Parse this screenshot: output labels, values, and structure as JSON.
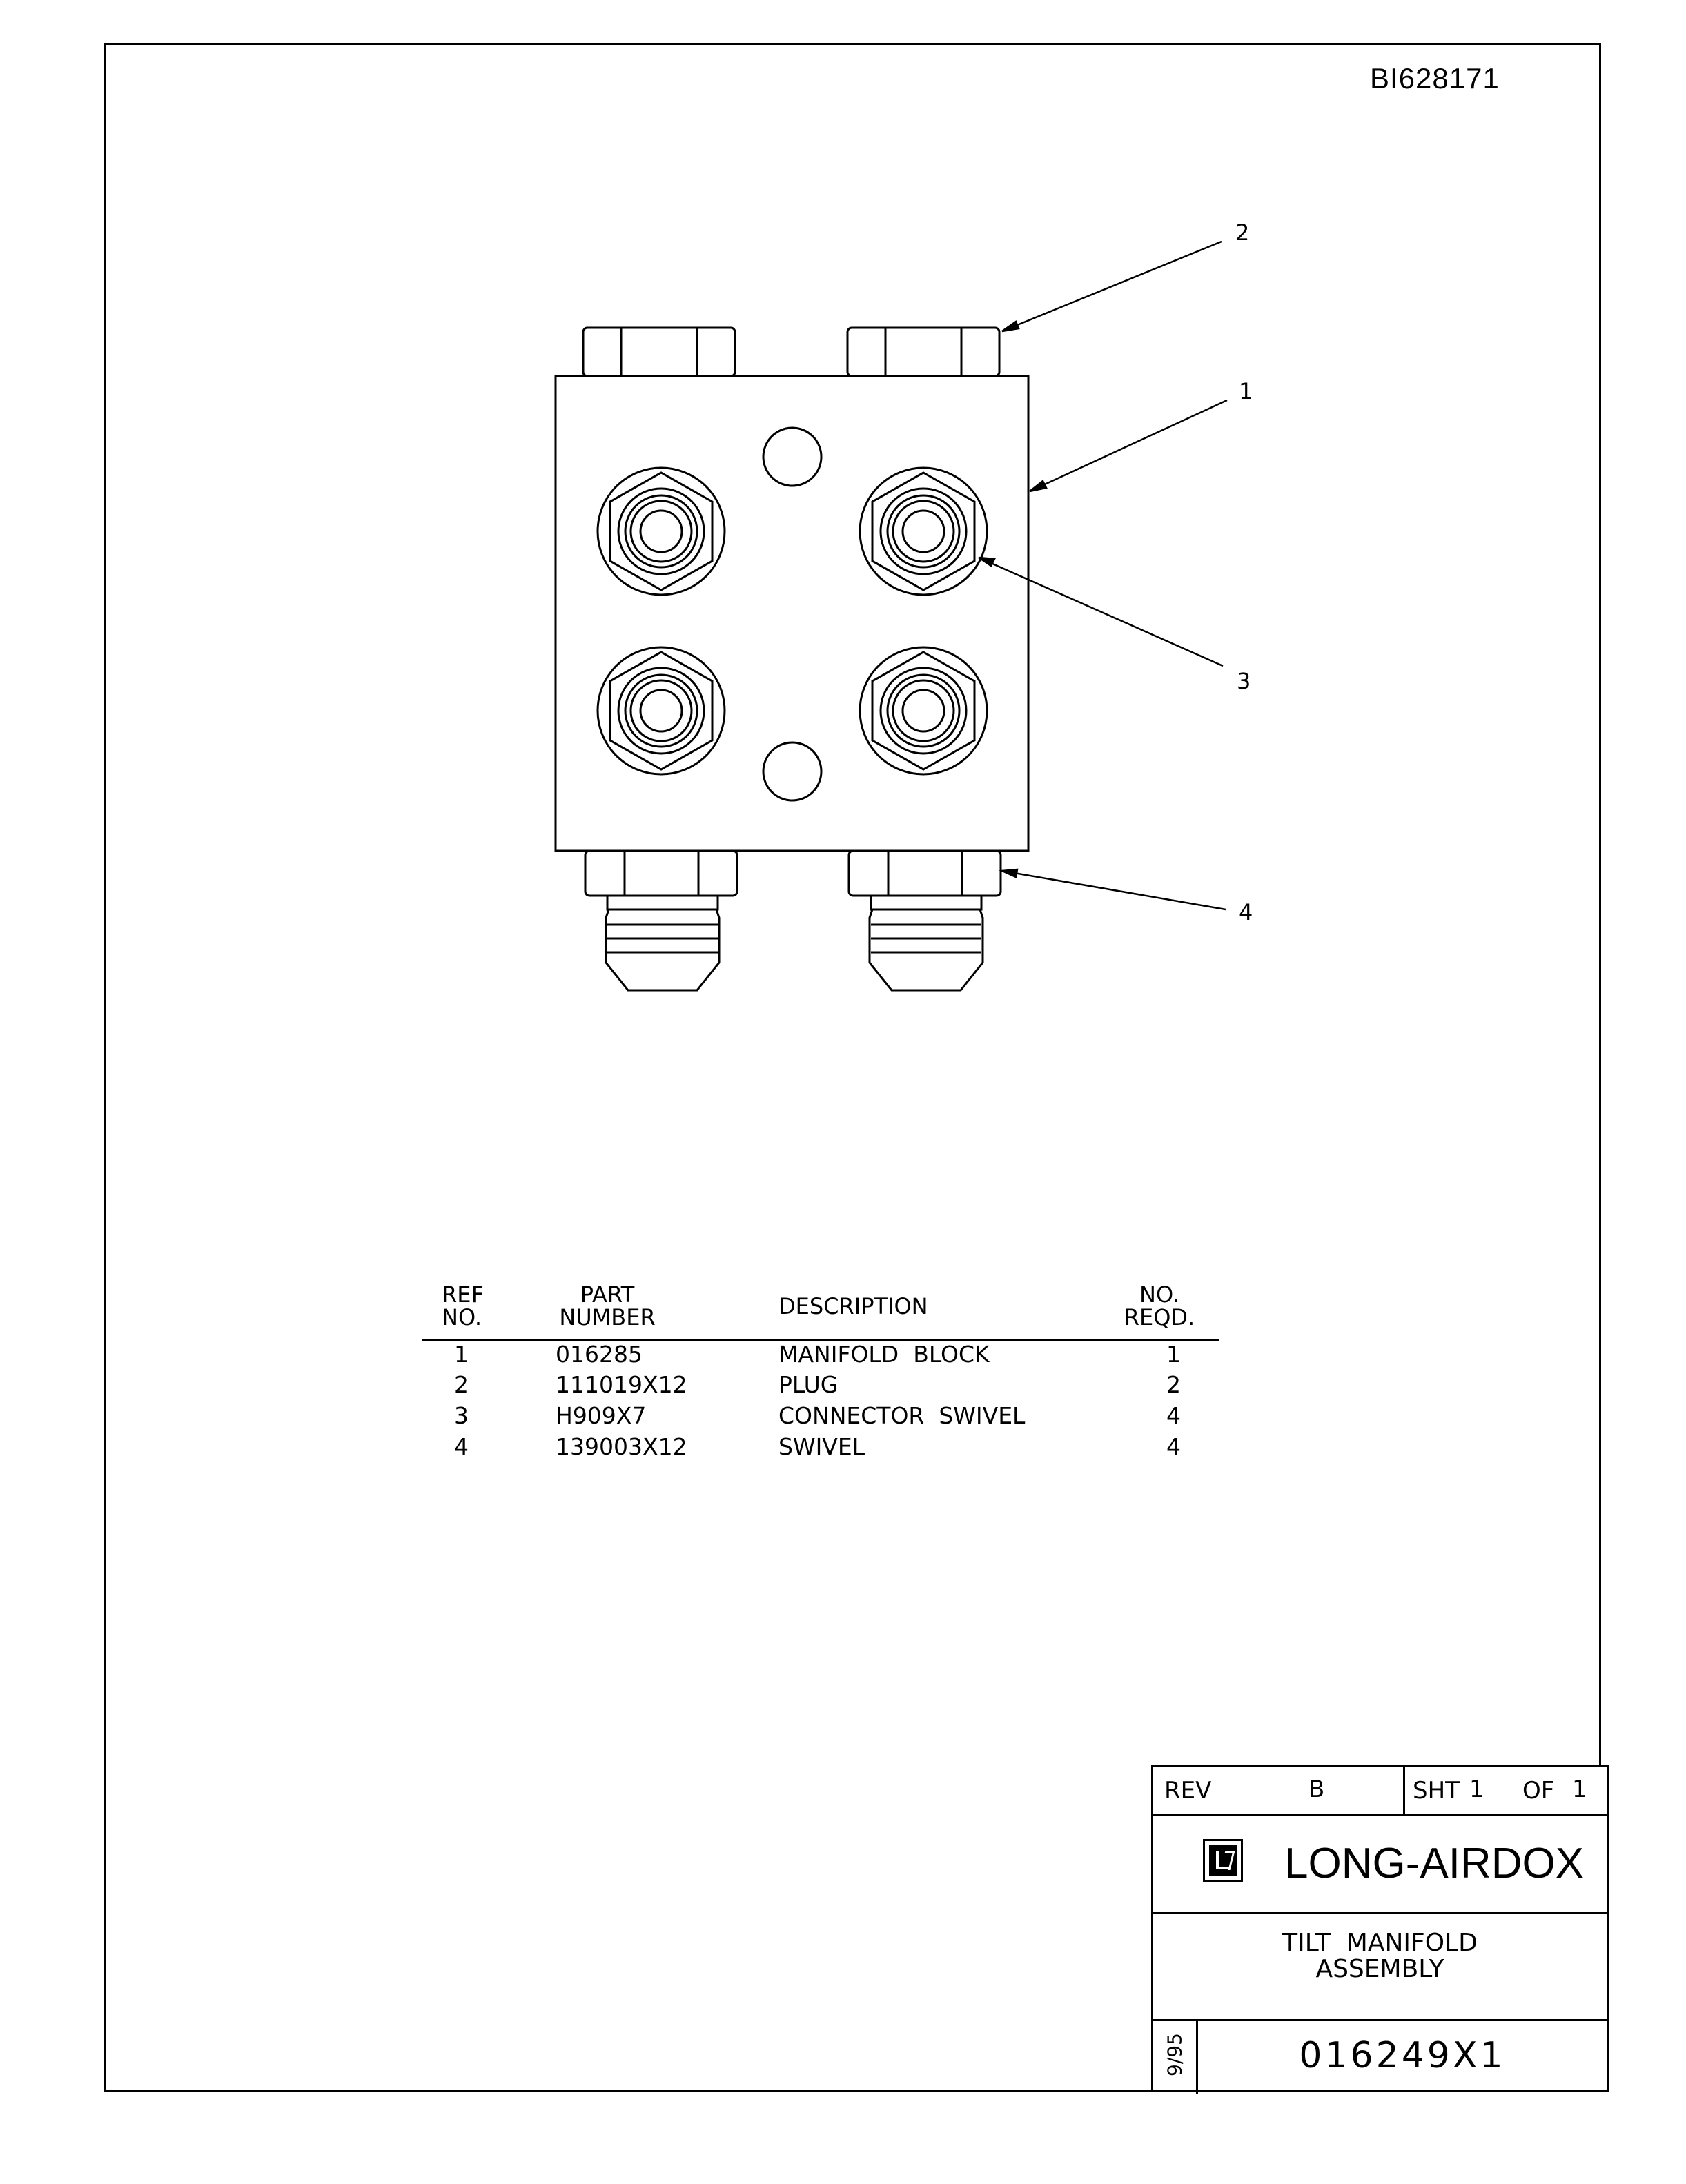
{
  "document_id": "BI628171",
  "callouts": [
    "1",
    "2",
    "3",
    "4"
  ],
  "parts_table": {
    "headers": {
      "ref_line1": "REF",
      "ref_line2": "NO.",
      "part_line1": "PART",
      "part_line2": "NUMBER",
      "description": "DESCRIPTION",
      "qty_line1": "NO.",
      "qty_line2": "REQD."
    },
    "rows": [
      {
        "ref": "1",
        "part": "016285",
        "description": "MANIFOLD  BLOCK",
        "qty": "1"
      },
      {
        "ref": "2",
        "part": "111019X12",
        "description": "PLUG",
        "qty": "2"
      },
      {
        "ref": "3",
        "part": "H909X7",
        "description": "CONNECTOR  SWIVEL",
        "qty": "4"
      },
      {
        "ref": "4",
        "part": "139003X12",
        "description": "SWIVEL",
        "qty": "4"
      }
    ]
  },
  "title_block": {
    "rev_label": "REV",
    "rev_value": "B",
    "sheet_label": "SHT",
    "sheet_number": "1",
    "of_label": "OF",
    "of_total": "1",
    "company": "LONG-AIRDOX",
    "title_line1": "TILT  MANIFOLD",
    "title_line2": "ASSEMBLY",
    "date": "9/95",
    "drawing_number": "016249X1"
  }
}
